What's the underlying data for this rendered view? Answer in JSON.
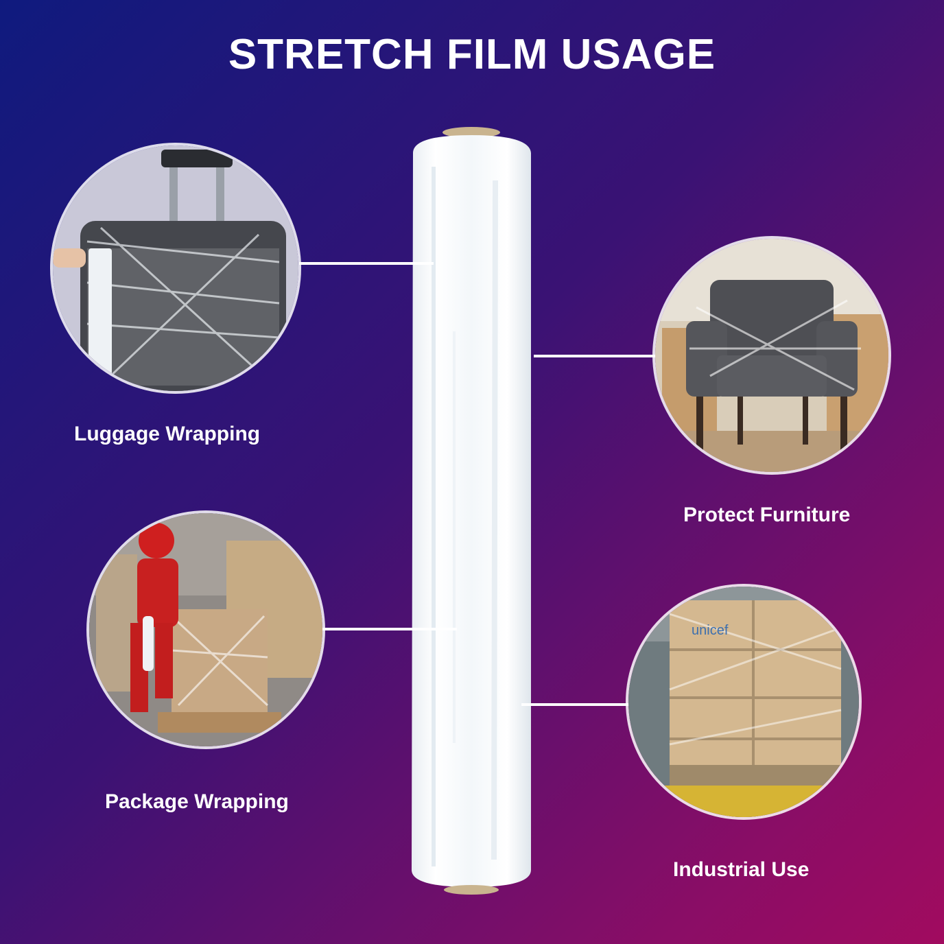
{
  "title": "STRETCH FILM USAGE",
  "usages": {
    "luggage": {
      "label": "Luggage Wrapping",
      "icon": "luggage-wrapped-photo"
    },
    "furniture": {
      "label": "Protect Furniture",
      "icon": "armchair-wrapped-photo"
    },
    "package": {
      "label": "Package Wrapping",
      "icon": "worker-wrapping-box-photo"
    },
    "industrial": {
      "label": "Industrial Use",
      "icon": "pallet-wrapped-photo"
    }
  },
  "colors": {
    "gradient_start": "#0f1a7e",
    "gradient_mid": "#3a1274",
    "gradient_end": "#a10b5f",
    "text": "#ffffff"
  }
}
